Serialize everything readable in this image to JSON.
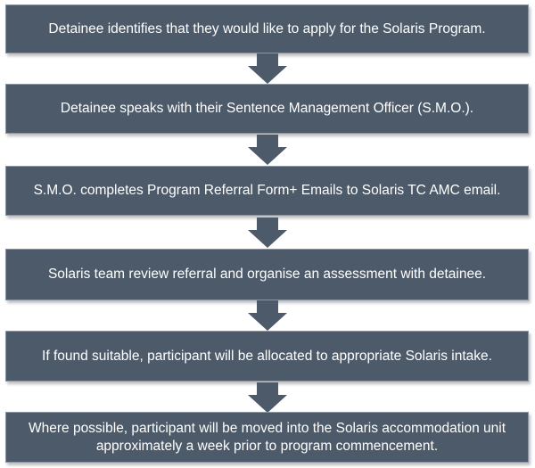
{
  "flowchart": {
    "steps": [
      {
        "text": "Detainee identifies that they would like to apply for the Solaris Program."
      },
      {
        "text": "Detainee speaks with their Sentence Management Officer (S.M.O.)."
      },
      {
        "text": "S.M.O. completes Program Referral Form+ Emails to Solaris TC AMC email."
      },
      {
        "text": "Solaris team review referral and organise an assessment with detainee."
      },
      {
        "text": "If found suitable, participant will be allocated to appropriate Solaris intake."
      },
      {
        "text": "Where possible, participant will be moved into the Solaris accommodation unit approximately a week prior to program commencement."
      }
    ],
    "colors": {
      "box_fill": "#4d5a6a",
      "arrow_fill": "#4d5a6a",
      "text": "#ffffff"
    }
  }
}
